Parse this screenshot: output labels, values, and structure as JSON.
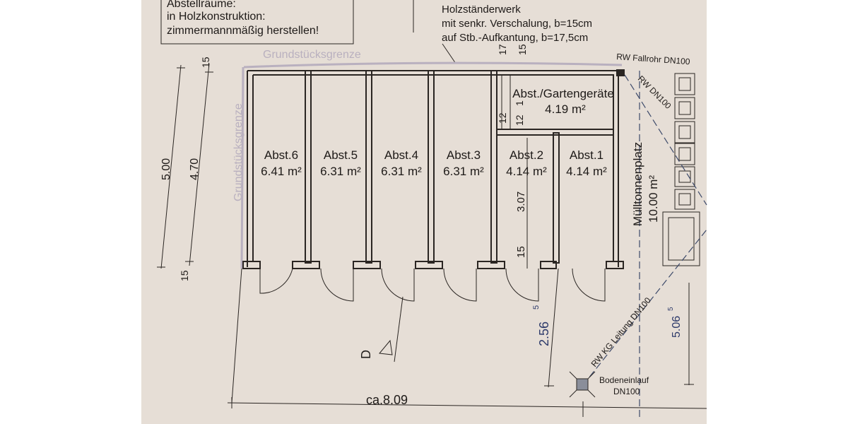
{
  "notes": {
    "storage_note": [
      "Abstellräume:",
      "in Holzkonstruktion:",
      "zimmermannmäßig herstellen!"
    ],
    "construction_note": [
      "Holzständerwerk",
      "mit senkr. Verschalung, b=15cm",
      "auf Stb.-Aufkantung, b=17,5cm"
    ]
  },
  "labels": {
    "property_line_top": "Grundstücksgrenze",
    "property_line_left": "Grundstücksgrenze",
    "downpipe": "RW Fallrohr DN100",
    "downpipe_diag": "RW DN100",
    "sewer": "RW KG Leitung DN100",
    "floor_drain": "Bodeneinlauf",
    "floor_drain_size": "DN100",
    "section_marker": "D"
  },
  "rooms": [
    {
      "name": "Abst.6",
      "area": "6.41 m²"
    },
    {
      "name": "Abst.5",
      "area": "6.31 m²"
    },
    {
      "name": "Abst.4",
      "area": "6.31 m²"
    },
    {
      "name": "Abst.3",
      "area": "6.31 m²"
    },
    {
      "name": "Abst.2",
      "area": "4.14 m²"
    },
    {
      "name": "Abst.1",
      "area": "4.14 m²"
    }
  ],
  "garden_room": {
    "name": "Abst./Gartengeräte",
    "area": "4.19 m²"
  },
  "bin_area": {
    "name": "Mülltonnenplatz",
    "area": "10.00 m²"
  },
  "dimensions": {
    "total_width": "ca.8.09",
    "height_outer": "5.00",
    "height_inner": "4.70",
    "wall_top": "15",
    "wall_bottom": "15",
    "top_17": "17",
    "top_15": "15",
    "inner_12a": "12",
    "inner_12b": "12",
    "inner_1": "1",
    "inner_307": "3.07",
    "inner_15": "15",
    "front_256": "2.56",
    "front_256_sup": "5",
    "side_506": "5.06",
    "side_506_sup": "5"
  },
  "colors": {
    "paper": "#e6ded6",
    "ink": "#2a2522",
    "property_line": "#b9b0bf",
    "annotation_blue": "#2d3a6a"
  }
}
